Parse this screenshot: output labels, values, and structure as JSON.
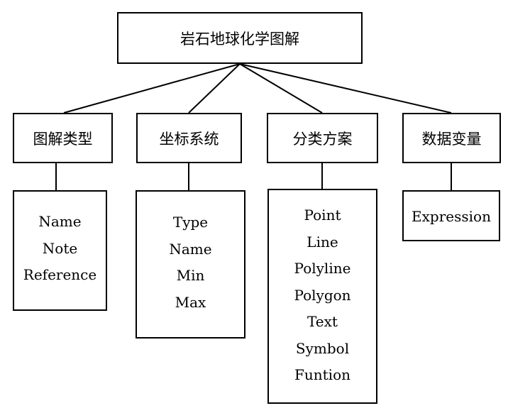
{
  "root": {
    "label": "岩石地球化学图解"
  },
  "categories": [
    {
      "label": "图解类型",
      "items": [
        "Name",
        "Note",
        "Reference"
      ]
    },
    {
      "label": "坐标系统",
      "items": [
        "Type",
        "Name",
        "Min",
        "Max"
      ]
    },
    {
      "label": "分类方案",
      "items": [
        "Point",
        "Line",
        "Polyline",
        "Polygon",
        "Text",
        "Symbol",
        "Funtion"
      ]
    },
    {
      "label": "数据变量",
      "items": [
        "Expression"
      ]
    }
  ]
}
